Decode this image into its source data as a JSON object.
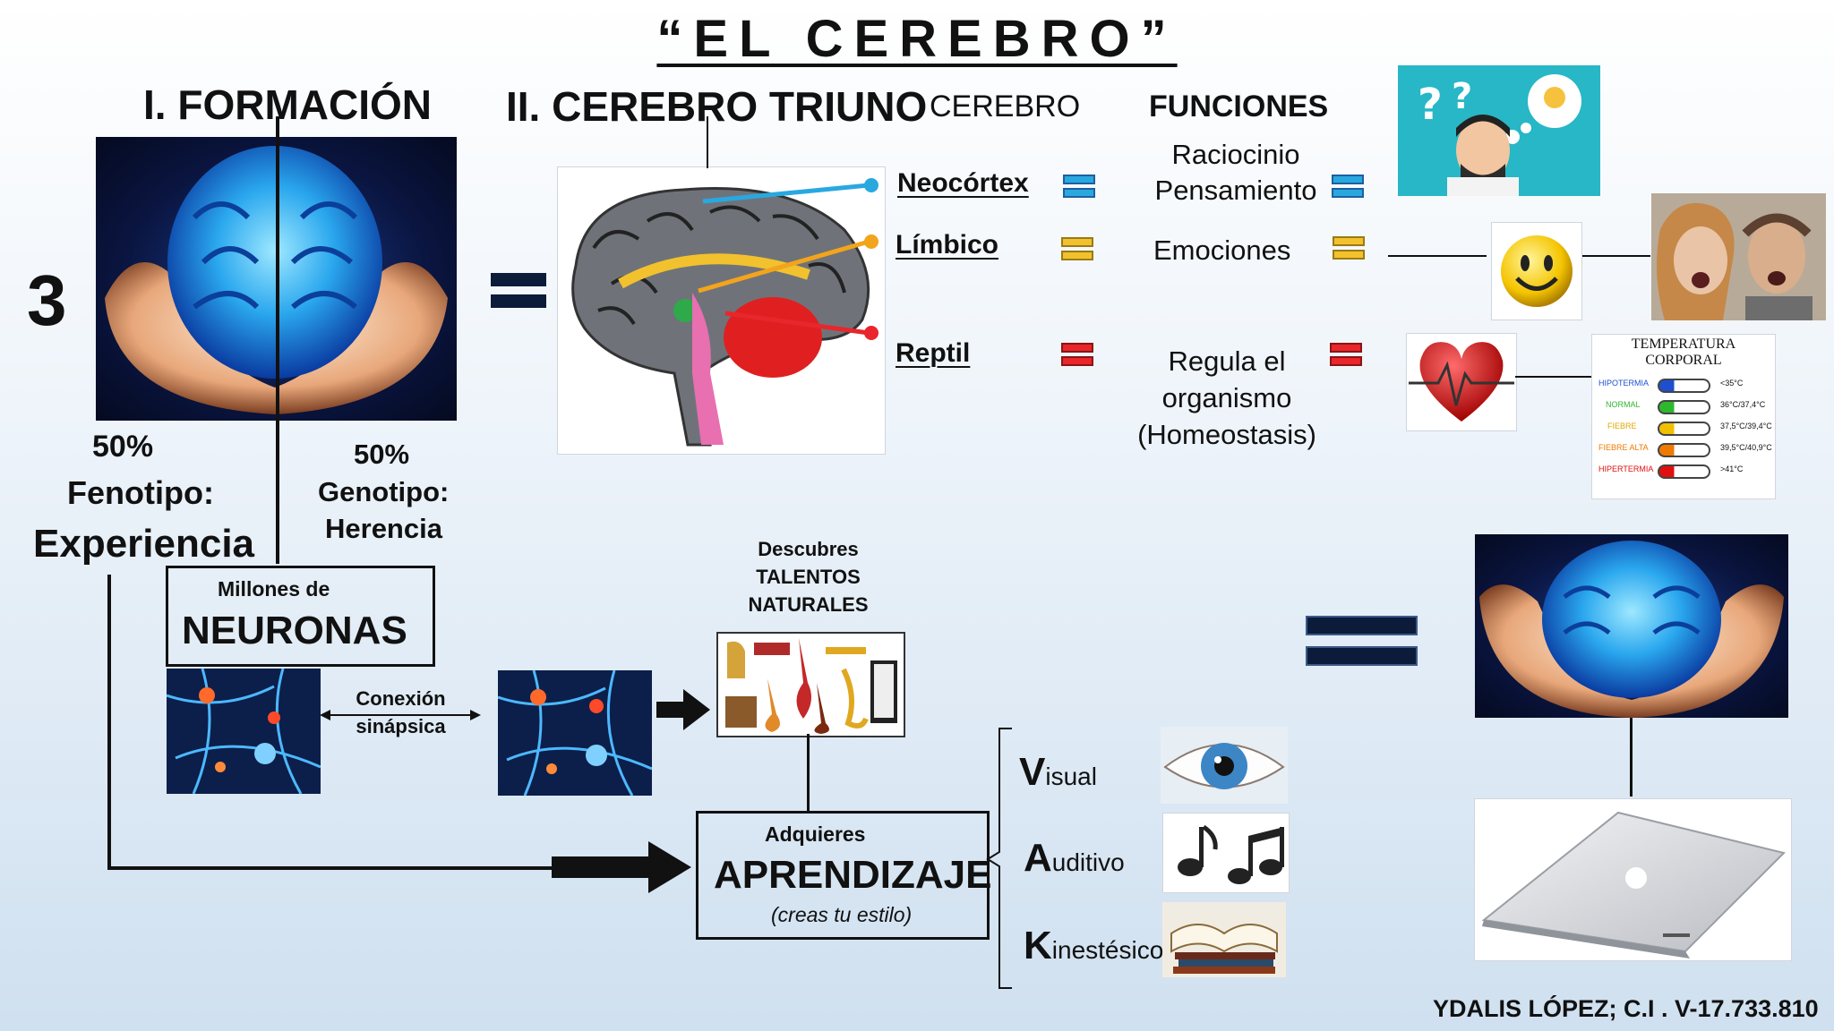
{
  "title": "“EL    CEREBRO”",
  "sections": {
    "formacion": "I. FORMACIÓN",
    "triuno": "II. CEREBRO TRIUNO",
    "cerebro_col": "CEREBRO",
    "funciones_col": "FUNCIONES"
  },
  "number": "3",
  "fenotipo": {
    "pct": "50%",
    "label": "Fenotipo:",
    "sub": "Experiencia"
  },
  "genotipo": {
    "pct": "50%",
    "label": "Genotipo:",
    "sub": "Herencia"
  },
  "neuronas": {
    "small": "Millones de",
    "big": "NEURONAS"
  },
  "conexion": {
    "line1": "Conexión",
    "line2": "sinápsica"
  },
  "talentos": {
    "line1": "Descubres",
    "line2": "TALENTOS",
    "line3": "NATURALES"
  },
  "aprendizaje": {
    "small": "Adquieres",
    "big": "APRENDIZAJE",
    "note": "(creas tu estilo)"
  },
  "brain_parts": [
    {
      "name": "Neocórtex",
      "color": "#29a8e0",
      "function_line1": "Raciocinio",
      "function_line2": "Pensamiento"
    },
    {
      "name": "Límbico",
      "color": "#f2c12e",
      "function_line1": "Emociones",
      "function_line2": ""
    },
    {
      "name": "Reptil",
      "color": "#e8262b",
      "function_line1": "Regula el",
      "function_line2": "organismo",
      "function_line3": "(Homeostasis)"
    }
  ],
  "styles": [
    {
      "initial": "V",
      "rest": "isual"
    },
    {
      "initial": "A",
      "rest": "uditivo"
    },
    {
      "initial": "K",
      "rest": "inestésico"
    }
  ],
  "temperature": {
    "title1": "TEMPERATURA",
    "title2": "CORPORAL",
    "rows": [
      {
        "label": "HIPOTERMIA",
        "value": "<35°C",
        "color": "#1f4fd1"
      },
      {
        "label": "NORMAL",
        "value": "36°C/37,4°C",
        "color": "#2eb82e"
      },
      {
        "label": "FIEBRE",
        "value": "37,5°C/39,4°C",
        "color": "#f0c000"
      },
      {
        "label": "FIEBRE ALTA",
        "value": "39,5°C/40,9°C",
        "color": "#f07a00"
      },
      {
        "label": "HIPERTERMIA",
        "value": ">41°C",
        "color": "#e01010"
      }
    ]
  },
  "author": "YDALIS LÓPEZ; C.I . V-17.733.810",
  "icons": [
    "brain-hands-icon",
    "triune-brain-icon",
    "thinking-person-icon",
    "smiley-icon",
    "scared-people-icon",
    "heart-pulse-icon",
    "thermometer-icon",
    "neurons-icon",
    "instruments-icon",
    "eye-icon",
    "music-notes-icon",
    "books-icon",
    "laptop-icon"
  ]
}
